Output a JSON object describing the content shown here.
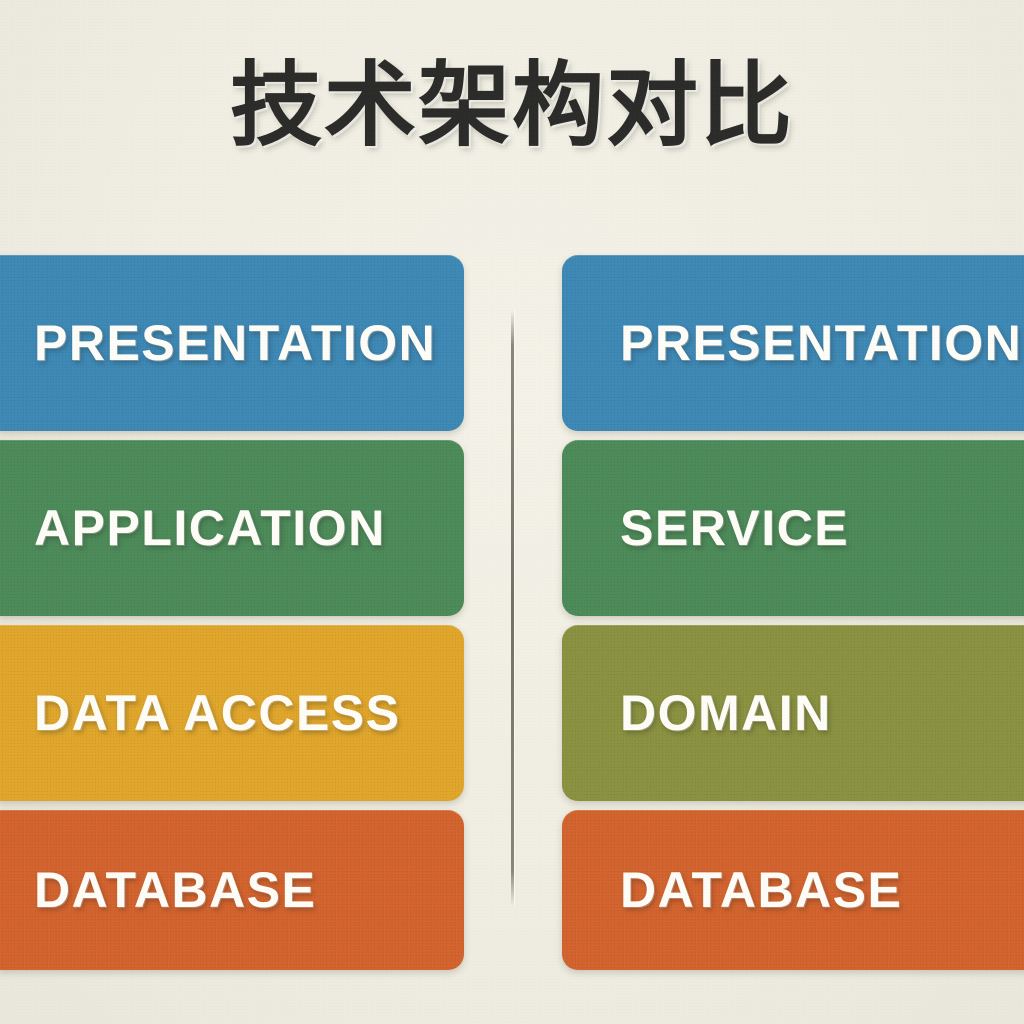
{
  "page": {
    "title": "技术架构对比",
    "background_color": "#F1EFE4",
    "divider_color": "#6E6A5C"
  },
  "diagram": {
    "type": "layered-architecture-comparison",
    "columns": [
      {
        "side": "left",
        "name": "traditional-layered-architecture",
        "layers": [
          {
            "label": "PRESENTATION",
            "color": "#3D88B5"
          },
          {
            "label": "APPLICATION",
            "color": "#4C8A59"
          },
          {
            "label": "DATA ACCESS",
            "color": "#E0A62B"
          },
          {
            "label": "DATABASE",
            "color": "#D3632E"
          }
        ]
      },
      {
        "side": "right",
        "name": "domain-driven-architecture",
        "layers": [
          {
            "label": "PRESENTATION",
            "color": "#3D88B5"
          },
          {
            "label": "SERVICE",
            "color": "#4C8A59"
          },
          {
            "label": "DOMAIN",
            "color": "#8A9140"
          },
          {
            "label": "DATABASE",
            "color": "#D3632E"
          }
        ]
      }
    ]
  }
}
